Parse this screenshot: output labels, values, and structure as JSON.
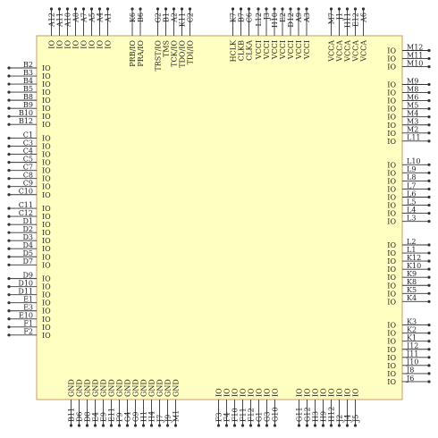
{
  "colors": {
    "body_fill": "#ffffc2",
    "body_stroke": "#c99a6e",
    "pin_line": "#333333",
    "text": "#222222"
  },
  "left": {
    "pins": [
      "B2",
      "B3",
      "B4",
      "B5",
      "B8",
      "B9",
      "B10",
      "B12",
      "C1",
      "C3",
      "C4",
      "C5",
      "C7",
      "C8",
      "C9",
      "C10",
      "C11",
      "C12",
      "D1",
      "D2",
      "D3",
      "D4",
      "D5",
      "D7",
      "D9",
      "D10",
      "D11",
      "E1",
      "E3",
      "E10",
      "F1",
      "F2"
    ],
    "signal": "IO"
  },
  "right": {
    "pins": [
      "M12",
      "M11",
      "M10",
      "M9",
      "M8",
      "M6",
      "M5",
      "M4",
      "M3",
      "M2",
      "L11",
      "L10",
      "L9",
      "L8",
      "L7",
      "L6",
      "L5",
      "L4",
      "L3",
      "L2",
      "L1",
      "K12",
      "K10",
      "K9",
      "K8",
      "K5",
      "K4",
      "K3",
      "K2",
      "K1",
      "J12",
      "J11",
      "J10",
      "J8",
      "J6"
    ],
    "signal": "IO"
  },
  "top": {
    "pins": [
      "A12",
      "A11",
      "A10",
      "A8",
      "A7",
      "A5",
      "A4",
      "A1",
      "K6",
      "B6",
      "G2",
      "B1",
      "A2",
      "K11",
      "C2",
      "K7",
      "B7",
      "C6",
      "L12",
      "J3",
      "H10",
      "E2",
      "D12",
      "A9",
      "A3",
      "M7",
      "J1",
      "H11",
      "E12",
      "A6"
    ],
    "signals": [
      "IO",
      "IO",
      "IO",
      "IO",
      "IO",
      "IO",
      "IO",
      "IO",
      "PRB/IO",
      "PRA/IO",
      "TRST/IO",
      "TMS",
      "TCK/IO",
      "TDO/IO",
      "TDI/IO",
      "HCLK",
      "CLKB",
      "CLKA",
      "VCCI",
      "VCCI",
      "VCCI",
      "VCCI",
      "VCCI",
      "VCCI",
      "VCCI",
      "VCCA",
      "VCCA",
      "VCCA",
      "VCCA",
      "VCCA"
    ]
  },
  "bottom": {
    "pins": [
      "B11",
      "D6",
      "D8",
      "E4",
      "E9",
      "E11",
      "F9",
      "G4",
      "G9",
      "H1",
      "H4",
      "J7",
      "J9",
      "M1",
      "F3",
      "F4",
      "F10",
      "F11",
      "F12",
      "G1",
      "G3",
      "G10",
      "G11",
      "G12",
      "H3",
      "H9",
      "H12",
      "J2",
      "J4",
      "J5"
    ],
    "signals": [
      "GND",
      "GND",
      "GND",
      "GND",
      "GND",
      "GND",
      "GND",
      "GND",
      "GND",
      "GND",
      "GND",
      "GND",
      "GND",
      "GND",
      "IO",
      "IO",
      "IO",
      "IO",
      "IO",
      "IO",
      "IO",
      "IO",
      "IO",
      "IO",
      "IO",
      "IO",
      "IO",
      "IO",
      "IO",
      "IO"
    ]
  }
}
